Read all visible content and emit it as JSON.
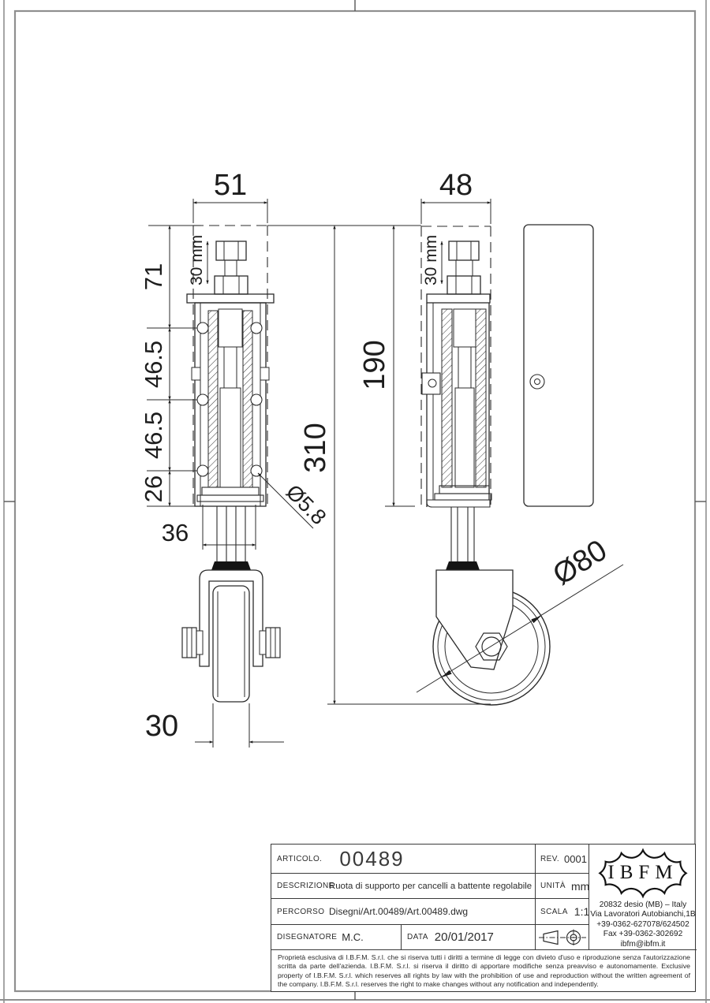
{
  "dims": {
    "width_left": "51",
    "width_right": "48",
    "seg_71": "71",
    "seg_46a": "46.5",
    "seg_46b": "46.5",
    "seg_26": "26",
    "bolt_travel_left": "30 mm",
    "bolt_travel_right": "30 mm",
    "plate_width": "36",
    "wheel_width": "30",
    "total_height": "310",
    "body_height": "190",
    "hole_diameter": "Ø5.8",
    "wheel_diameter": "Ø80"
  },
  "title_block": {
    "articolo_label": "ARTICOLO.",
    "articolo_value": "00489",
    "rev_label": "REV.",
    "rev_value": "0001",
    "descrizione_label": "DESCRIZIONE",
    "descrizione_value": "Ruota di supporto per cancelli a battente regolabile",
    "unita_label": "UNITÀ",
    "unita_value": "mm",
    "percorso_label": "PERCORSO",
    "percorso_value": "Disegni/Art.00489/Art.00489.dwg",
    "scala_label": "SCALA",
    "scala_value": "1:1",
    "disegnatore_label": "DISEGNATORE",
    "disegnatore_value": "M.C.",
    "data_label": "DATA",
    "data_value": "20/01/2017"
  },
  "company": {
    "logo": "IBFM",
    "address_line1": "20832 desio (MB) – Italy",
    "address_line2": "Via Lavoratori Autobianchi,1B",
    "address_line3": "+39-0362-627078/624502",
    "address_line4": "Fax +39-0362-302692",
    "address_line5": "ibfm@ibfm.it"
  },
  "legal": {
    "text": "Proprietà esclusiva di I.B.F.M. S.r.l. che si riserva tutti i diritti a termine di legge con divieto d'uso e riproduzione senza l'autorizzazione scritta da parte dell'azienda. I.B.F.M. S.r.l. si riserva il diritto di apportare modifiche senza preavviso e autonomamente. Exclusive property of I.B.F.M. S.r.l. which reserves all rights by law with the prohibition of use and reproduction without the written agreement of the company. I.B.F.M. S.r.l. reserves the right to make changes without any notification and independently."
  }
}
